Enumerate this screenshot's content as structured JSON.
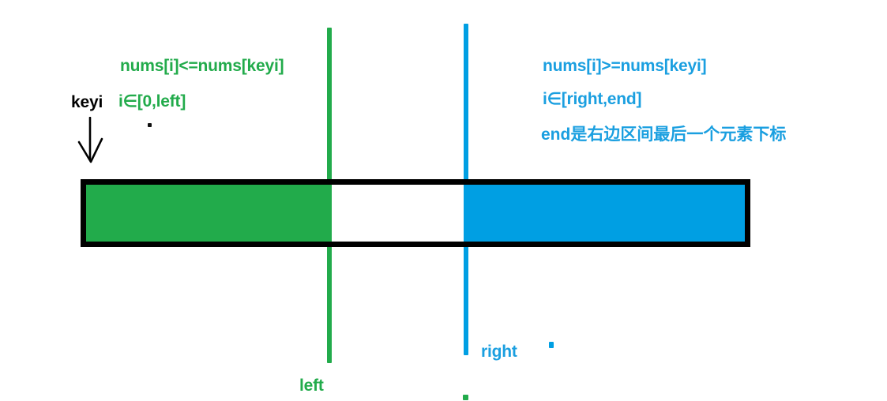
{
  "diagram": {
    "title": "quicksort-partition-invariant-diagram",
    "colors": {
      "left_region": "#22ab4b",
      "right_region": "#009fe3",
      "outline": "#000000",
      "background": "#ffffff"
    },
    "left_annotation": {
      "condition": "nums[i]<=nums[keyi]",
      "range": "i∈[0,left]"
    },
    "right_annotation": {
      "condition": "nums[i]>=nums[keyi]",
      "range": "i∈[right,end]",
      "note": "end是右边区间最后一个元素下标"
    },
    "pointers": {
      "keyi": "keyi",
      "left": "left",
      "right": "right"
    },
    "marks": {
      "keyi_arrow": "down-arrow-icon",
      "black_dot": "ink-dot",
      "blue_dot": "ink-dot",
      "green_dot": "ink-dot"
    }
  }
}
